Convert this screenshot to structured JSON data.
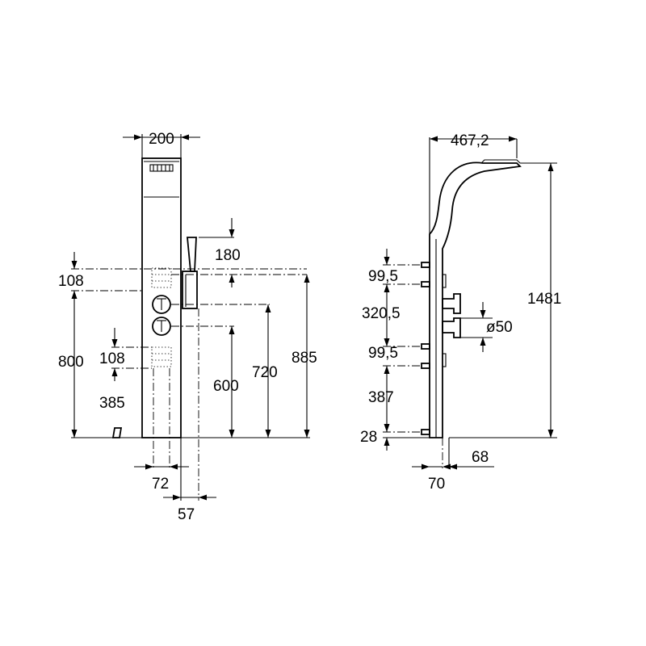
{
  "front_view": {
    "width": "200",
    "hand_shower_height": "180",
    "upper_jets_spacing": "108",
    "lower_jets_spacing": "108",
    "jets_height": "800",
    "bottom_height": "385",
    "upper_control_height": "720",
    "lower_control_height": "600",
    "total_height": "885",
    "jet_width": "72",
    "side_offset": "57"
  },
  "side_view": {
    "projection": "467,2",
    "overall_height": "1481",
    "top_inlet_spacing": "99,5",
    "mid_spacing": "320,5",
    "lower_inlet_spacing": "99,5",
    "lower_gap": "387",
    "base_offset": "28",
    "knob_diameter": "ø50",
    "depth": "70",
    "wall_offset": "68"
  }
}
